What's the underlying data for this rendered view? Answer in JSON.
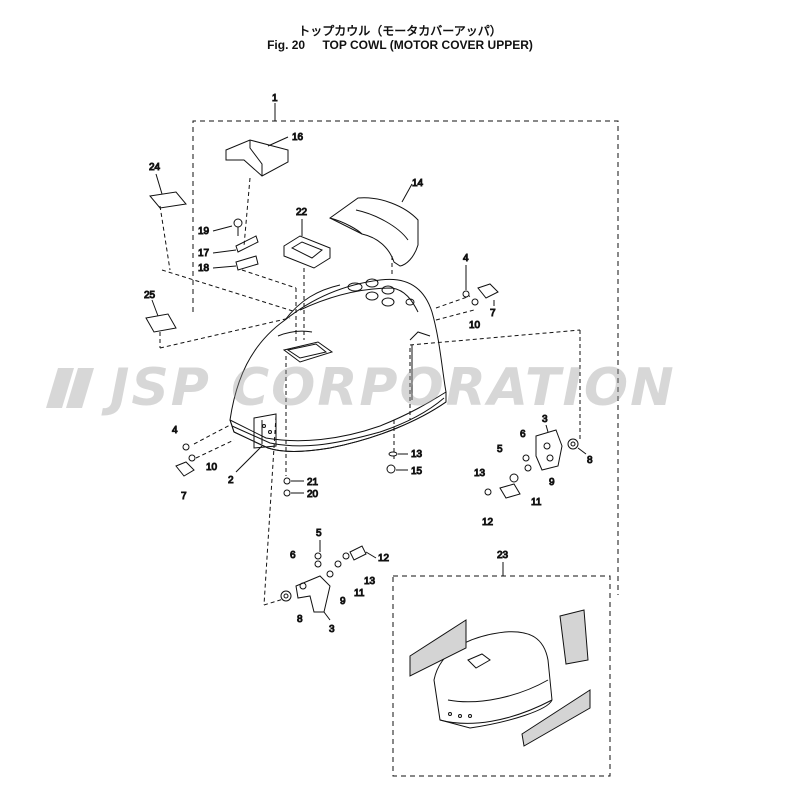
{
  "header": {
    "title_jp": "トップカウル（モータカバーアッパ）",
    "fig_label": "Fig. 20",
    "title_en": "TOP COWL (MOTOR COVER UPPER)"
  },
  "watermark": {
    "text": "JSP CORPORATION",
    "color": "#9a9a9a"
  },
  "callouts": {
    "c1": "1",
    "c2": "2",
    "c3a": "3",
    "c3b": "3",
    "c4a": "4",
    "c4b": "4",
    "c5a": "5",
    "c5b": "5",
    "c6a": "6",
    "c6b": "6",
    "c7a": "7",
    "c7b": "7",
    "c8a": "8",
    "c8b": "8",
    "c9a": "9",
    "c9b": "9",
    "c10a": "10",
    "c10b": "10",
    "c11a": "11",
    "c11b": "11",
    "c12a": "12",
    "c12b": "12",
    "c13a": "13",
    "c13b": "13",
    "c13c": "13",
    "c14": "14",
    "c15": "15",
    "c16": "16",
    "c17": "17",
    "c18": "18",
    "c19": "19",
    "c20": "20",
    "c21": "21",
    "c22": "22",
    "c23": "23",
    "c24": "24",
    "c25": "25"
  },
  "colors": {
    "line": "#111111",
    "fill": "#ffffff",
    "decal": "#cfcfcf"
  }
}
